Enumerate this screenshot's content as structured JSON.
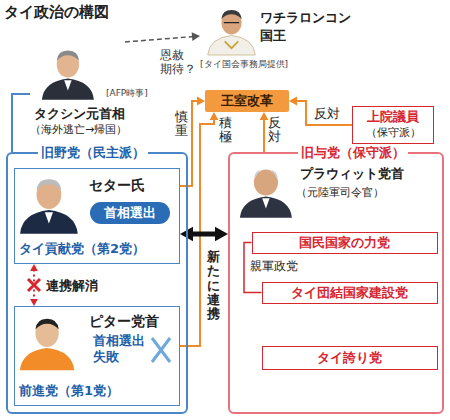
{
  "diagram": {
    "title": "タイ政治の構図",
    "nodes": [
      {
        "text": [
          "ワチラロンコン",
          "国王",
          "[タイ国会事務局提供]"
        ]
      },
      {
        "text": [
          "タクシン元首相",
          "（海外逃亡→帰国）",
          "[AFP時事]"
        ]
      },
      {
        "text": [
          "王室改革"
        ]
      },
      {
        "text": [
          "上院議員",
          "（保守派）"
        ]
      },
      {
        "text": [
          "旧野党（民主派）"
        ]
      },
      {
        "text": [
          "セター氏",
          "タイ貢献党（第2党）"
        ],
        "in": 4
      },
      {
        "text": [
          "首相選出"
        ],
        "in": 5
      },
      {
        "text": [
          "ピター党首",
          "首相選出 失敗",
          "前進党（第1党）"
        ],
        "in": 4
      },
      {
        "text": [
          "旧与党（保守派）"
        ]
      },
      {
        "text": [
          "プラウィット党首",
          "（元陸軍司令官）"
        ],
        "in": 8
      },
      {
        "text": [
          "国民国家の力党"
        ],
        "in": 8
      },
      {
        "text": [
          "タイ団結国家建設党"
        ],
        "in": 8
      },
      {
        "text": [
          "タイ誇り党"
        ],
        "in": 8
      }
    ],
    "edges": [
      {
        "from": 1,
        "to": 0,
        "arrow": "to",
        "label": "恩赦 期待？"
      },
      {
        "from": 3,
        "to": 2,
        "arrow": "to",
        "label": "反対"
      },
      {
        "from": 5,
        "to": 2,
        "arrow": "to",
        "label": "慎重"
      },
      {
        "from": 7,
        "to": 2,
        "arrow": "to",
        "label": "積極"
      },
      {
        "from": 8,
        "to": 2,
        "arrow": "to",
        "label": "反対"
      },
      {
        "from": 1,
        "to": 4,
        "arrow": "none"
      },
      {
        "from": 5,
        "to": 7,
        "arrow": "both",
        "label": "連携解消"
      },
      {
        "from": 5,
        "to": 8,
        "arrow": "both",
        "label": "新たに連携"
      },
      {
        "from": 10,
        "to": 11,
        "arrow": "none"
      }
    ],
    "labels": [
      "親軍政党"
    ]
  }
}
